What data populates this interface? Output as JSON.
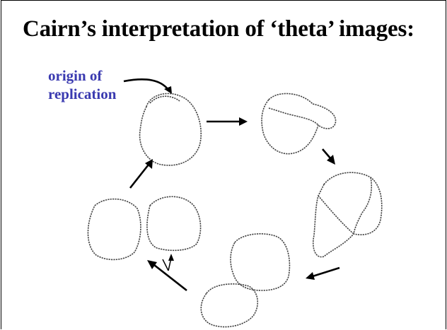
{
  "slide": {
    "title": "Cairn’s interpretation of ‘theta’ images:",
    "origin_label_line1": "origin of",
    "origin_label_line2": "replication"
  },
  "colors": {
    "label": "#3a3ab0",
    "strand": "#444444",
    "arrow": "#000000"
  }
}
